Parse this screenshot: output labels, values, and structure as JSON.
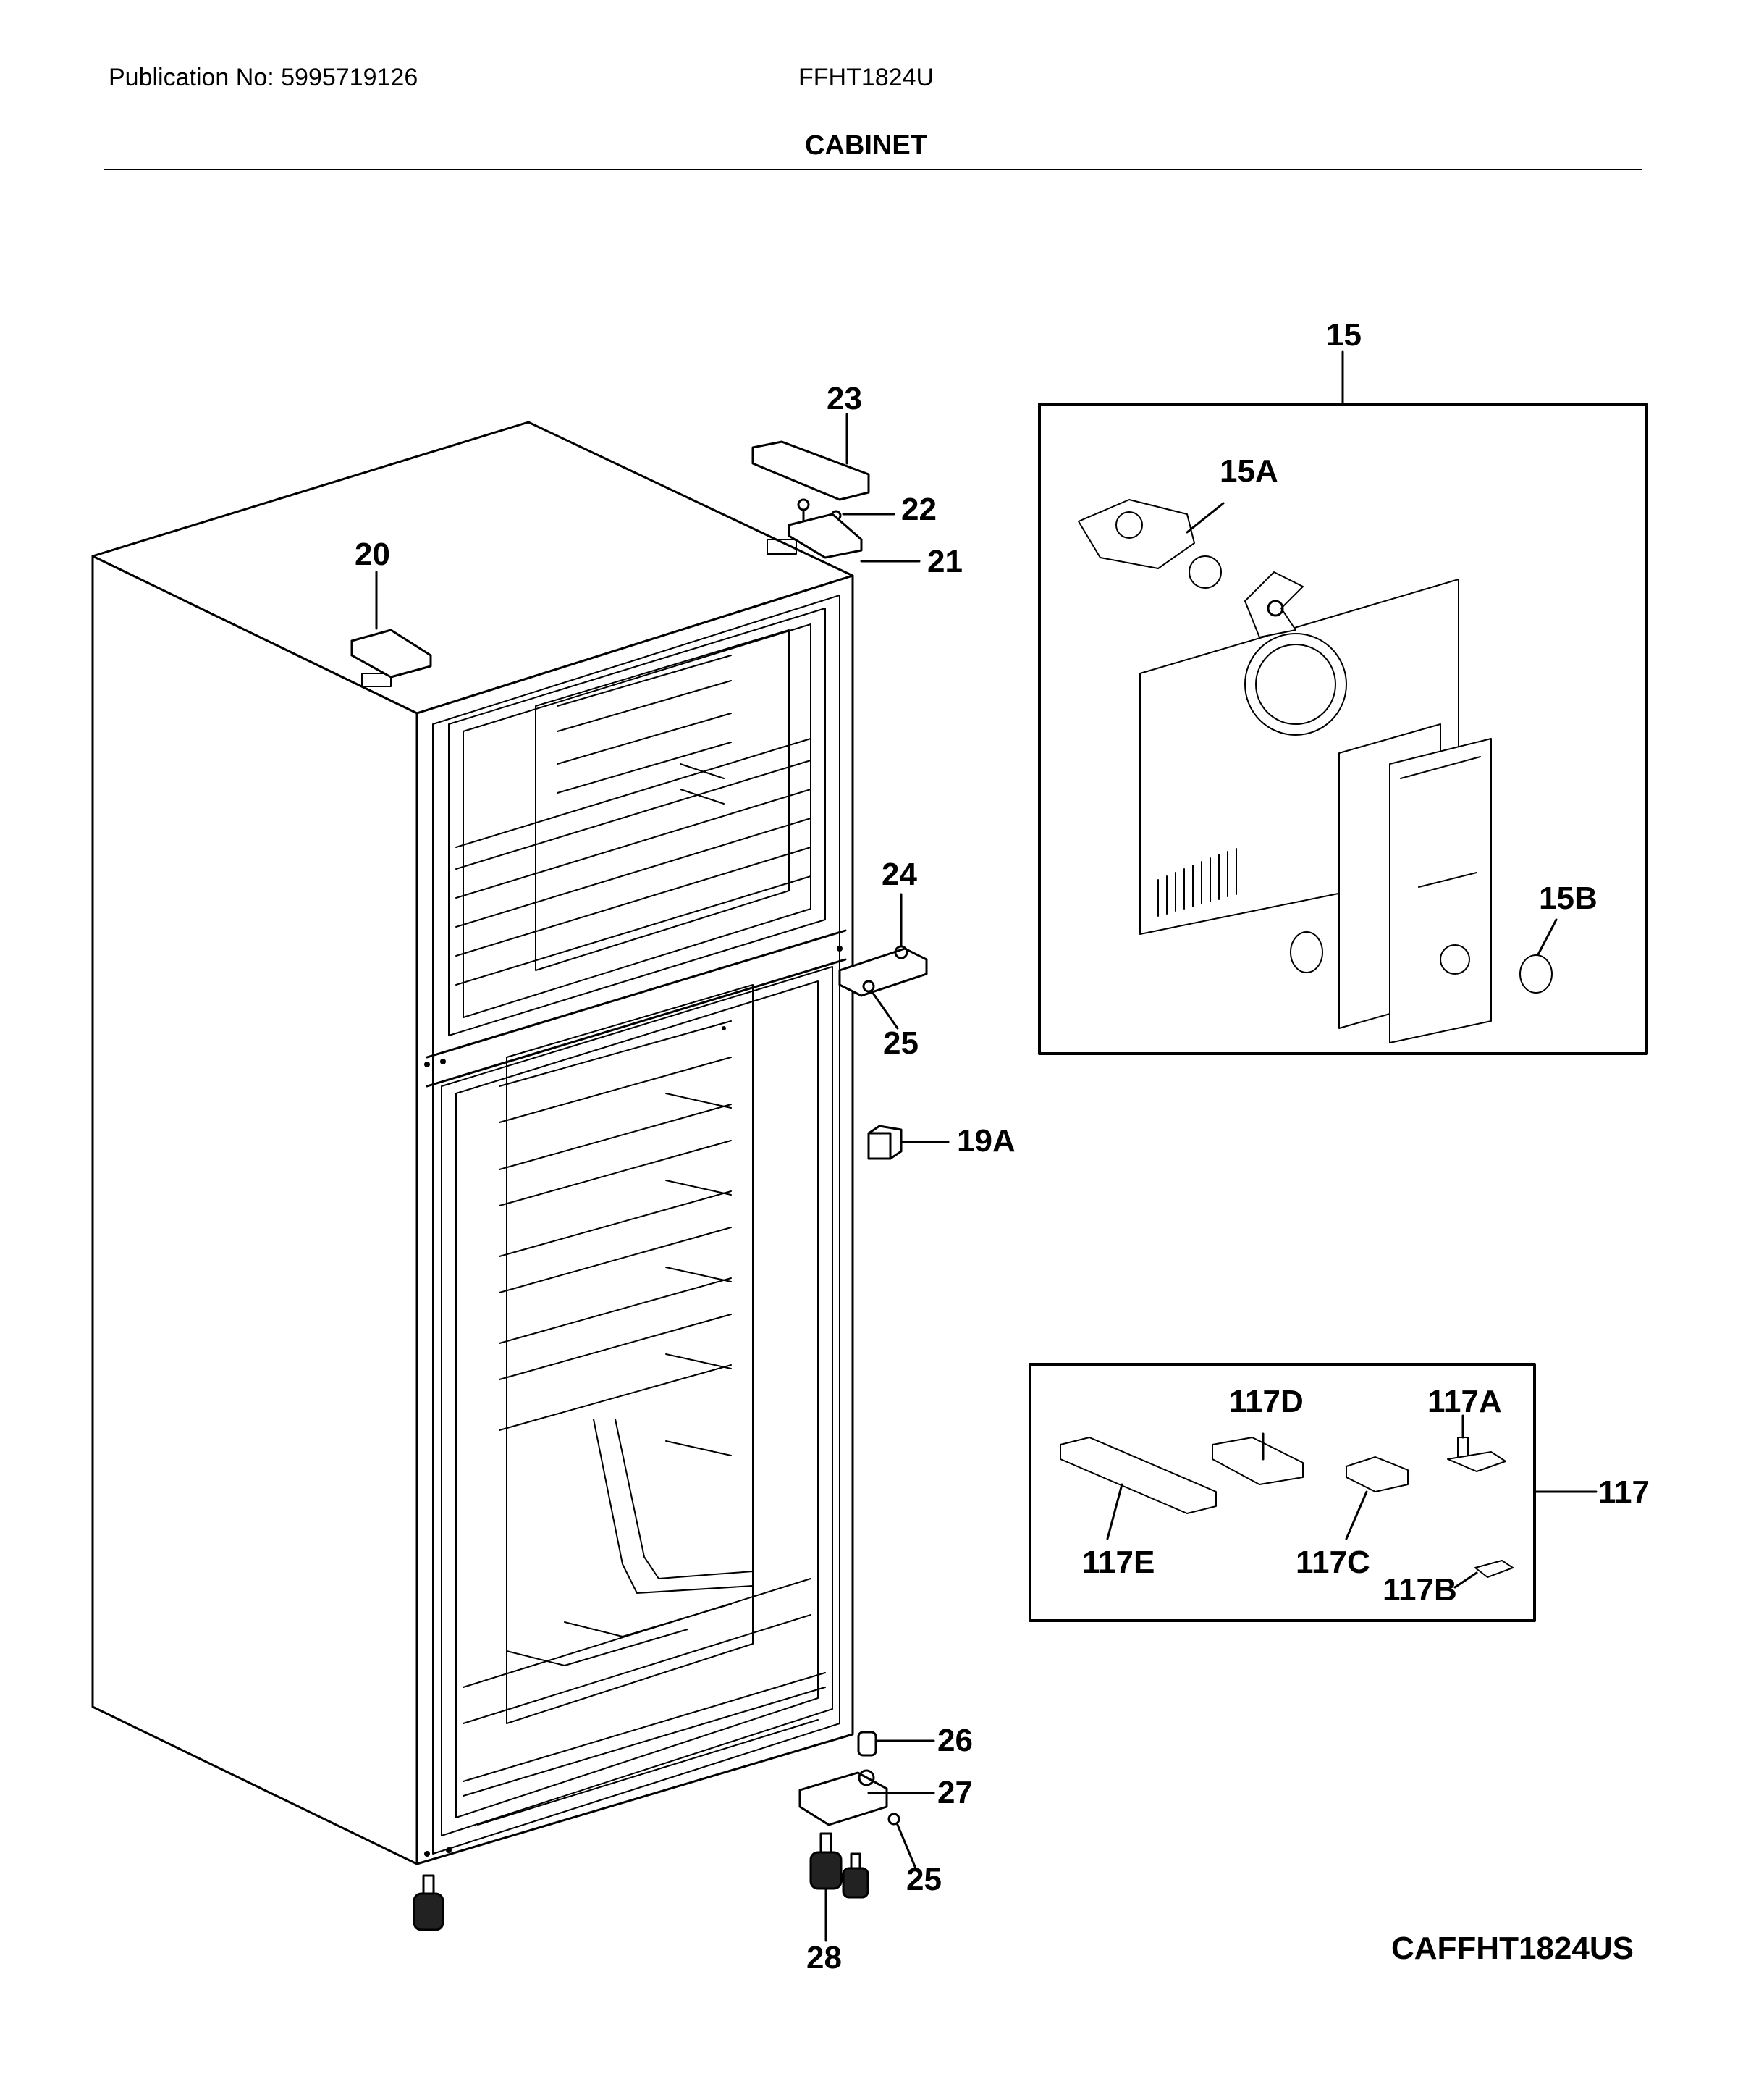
{
  "header": {
    "publication": "Publication No: 5995719126",
    "model": "FFHT1824U",
    "section_title": "CABINET"
  },
  "callouts": {
    "c15": "15",
    "c15A": "15A",
    "c15B": "15B",
    "c19A": "19A",
    "c20": "20",
    "c21": "21",
    "c22": "22",
    "c23": "23",
    "c24": "24",
    "c25a": "25",
    "c25b": "25",
    "c26": "26",
    "c27": "27",
    "c28": "28",
    "c117": "117",
    "c117A": "117A",
    "c117B": "117B",
    "c117C": "117C",
    "c117D": "117D",
    "c117E": "117E"
  },
  "footer": {
    "diagram_code": "CAFFHT1824US"
  }
}
